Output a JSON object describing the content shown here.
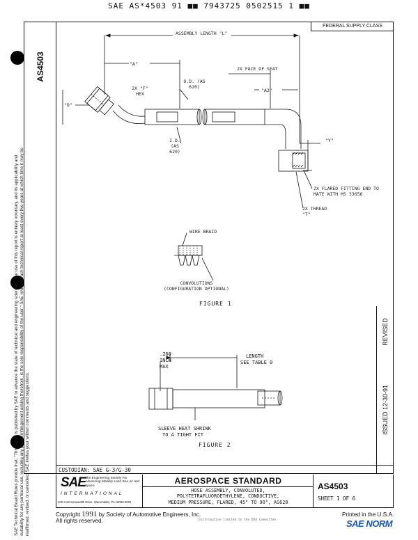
{
  "top_header": "SAE AS*4503 91 ■■ 7943725 0502515 1 ■■",
  "left_strip": {
    "doc_number": "AS4503",
    "disclaimer": "SAE Technical Board Rules provide that: \"This report is published by SAE to advance the state of technical and engineering sciences. The use of this report is entirely voluntary, and its applicability and suitability for any particular use, including any patent infringement arising therefrom, is the sole responsibility of the user.\" SAE reviews each technical report at least every five years at which time it may be reaffirmed, revised, or cancelled. SAE invites your written comments and suggestions."
  },
  "federal_supply_class": "FEDERAL SUPPLY CLASS",
  "figure1": {
    "labels": {
      "assembly_length": "ASSEMBLY LENGTH \"L\"",
      "a_left": "\"A\"",
      "hex": "2X \"F\" HEX",
      "d": "\"D\"",
      "od": "O.D. (AS 620)",
      "face_of_seat": "2X FACE OF SEAT",
      "a2": "\"A2\"",
      "id": "I.D. (AS 620)",
      "y": "\"Y\"",
      "flared": "2X FLARED FITTING END TO MATE WITH MS 33656",
      "thread": "2X THREAD \"T\"",
      "wire_braid": "WIRE BRAID",
      "convolutions": "CONVOLUTIONS (CONFIGURATION OPTIONAL)"
    },
    "caption": "FIGURE 1"
  },
  "figure2": {
    "labels": {
      "dim": ".260",
      "inch": "INCH",
      "max": "MAX",
      "length": "LENGTH",
      "see_table": "SEE TABLE 0",
      "sleeve": "SLEEVE HEAT SHRINK",
      "tight_fit": "TO A TIGHT FIT"
    },
    "caption": "FIGURE 2"
  },
  "revision": {
    "revised": "REVISED",
    "issued": "ISSUED 12-30-91"
  },
  "custodian": "CUSTODIAN:  SAE G-3/G-30",
  "title_block": {
    "sae_logo": "SAE",
    "sae_tagline": "The Engineering Society For Advancing Mobility Land Sea Air and Space",
    "sae_international": "INTERNATIONAL",
    "sae_address": "400 Commonwealth Drive, Warrendale, PA 15096-0001",
    "heading": "AEROSPACE STANDARD",
    "title_lines": [
      "HOSE ASSEMBLY, CONVOLUTED,",
      "POLYTETRAFLUOROETHYLENE, CONDUCTIVE,",
      "MEDIUM PRESSURE, FLARED, 45° TO 90°, AS620"
    ],
    "doc_number": "AS4503",
    "sheet": "SHEET 1 OF 6"
  },
  "footer": {
    "copyright_prefix": "Copyright",
    "year": "1991",
    "copyright_suffix": "by Society of Automotive Engineers, Inc.",
    "rights": "All rights reserved.",
    "printed": "Printed in the U.S.A.",
    "faint_note": "Distribution limited to the DO4 Committee",
    "watermark_brand": "SAE NORM"
  }
}
